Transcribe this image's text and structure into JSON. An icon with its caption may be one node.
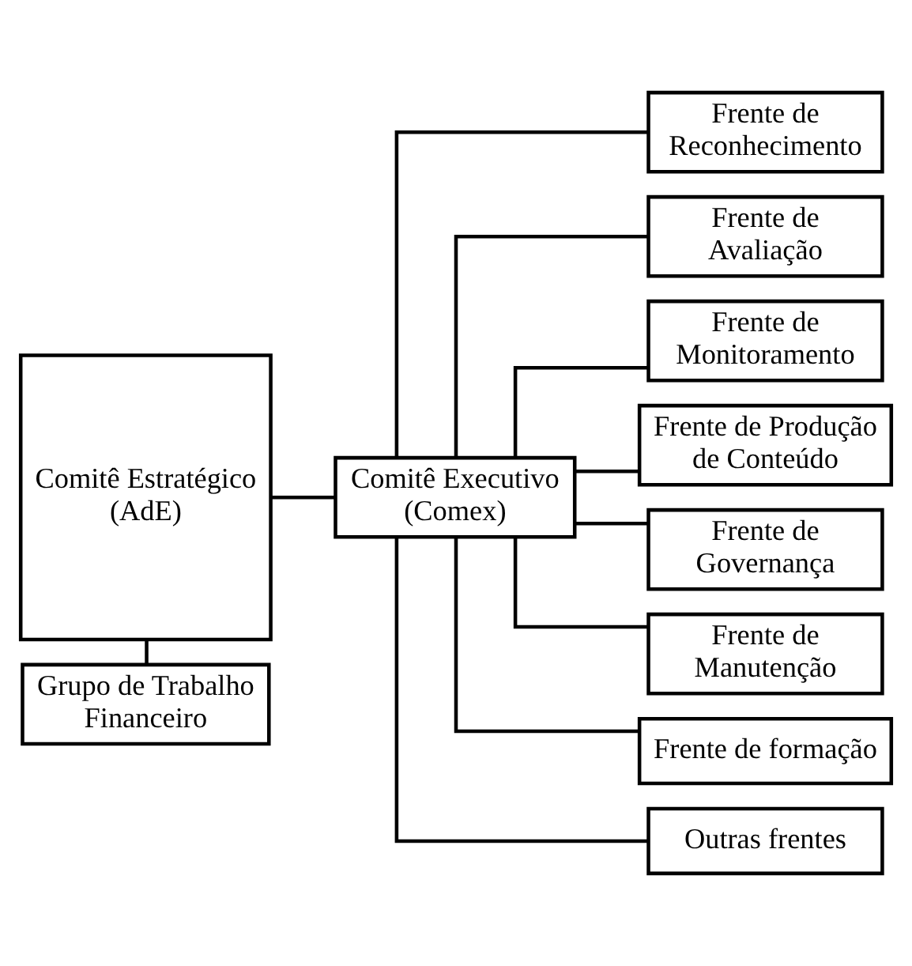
{
  "diagram": {
    "nodes": [
      {
        "text": [
          "Comitê Estratégico (AdE)"
        ]
      },
      {
        "text": [
          "Comitê Executivo (Comex)"
        ]
      },
      {
        "text": [
          "Grupo de Trabalho Financeiro"
        ]
      },
      {
        "text": [
          "Frente de Reconhecimento"
        ]
      },
      {
        "text": [
          "Frente de Avaliação"
        ]
      },
      {
        "text": [
          "Frente de Monitoramento"
        ]
      },
      {
        "text": [
          "Frente de Produção de Conteúdo"
        ]
      },
      {
        "text": [
          "Frente de Governança"
        ]
      },
      {
        "text": [
          "Frente de Manutenção"
        ]
      },
      {
        "text": [
          "Frente de formação"
        ]
      },
      {
        "text": [
          "Outras frentes"
        ]
      }
    ],
    "edges": [
      {
        "from": 0,
        "to": 1,
        "arrow": "none"
      },
      {
        "from": 0,
        "to": 2,
        "arrow": "none"
      },
      {
        "from": 1,
        "to": 3,
        "arrow": "none"
      },
      {
        "from": 1,
        "to": 4,
        "arrow": "none"
      },
      {
        "from": 1,
        "to": 5,
        "arrow": "none"
      },
      {
        "from": 1,
        "to": 6,
        "arrow": "none"
      },
      {
        "from": 1,
        "to": 7,
        "arrow": "none"
      },
      {
        "from": 1,
        "to": 8,
        "arrow": "none"
      },
      {
        "from": 1,
        "to": 9,
        "arrow": "none"
      },
      {
        "from": 1,
        "to": 10,
        "arrow": "none"
      }
    ]
  }
}
